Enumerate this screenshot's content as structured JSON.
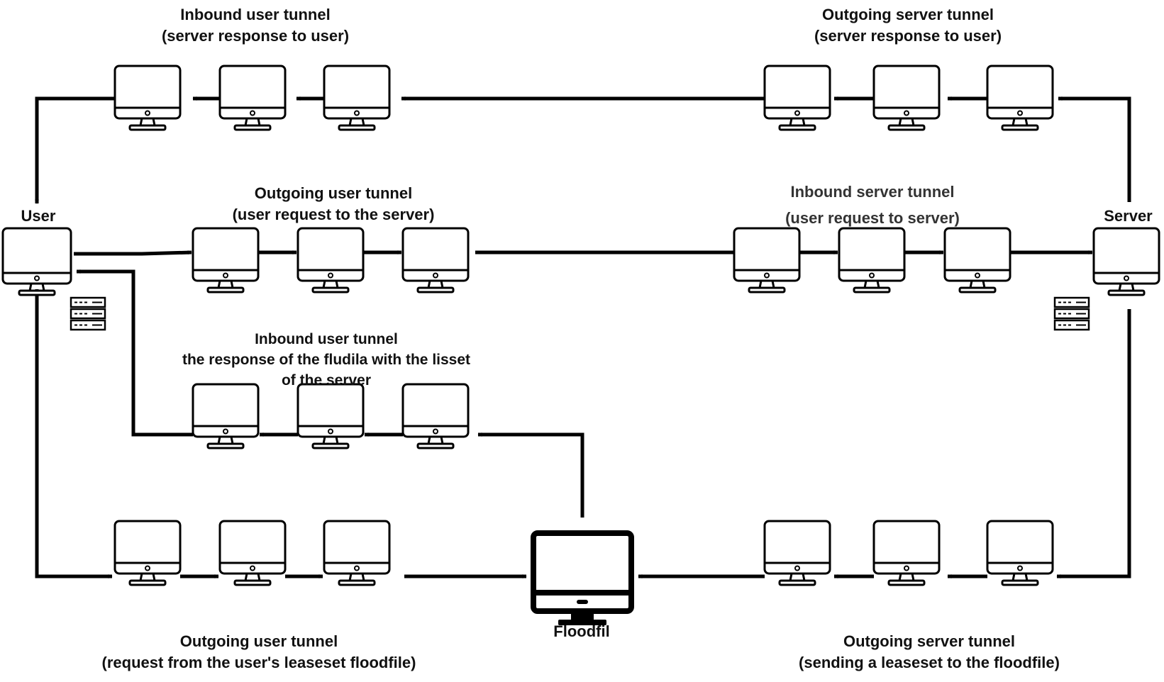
{
  "colors": {
    "stroke": "#000000",
    "background": "#ffffff",
    "text": "#111111"
  },
  "icons": {
    "computer": "computer-monitor-icon",
    "server_rack": "server-rack-icon",
    "floodfill": "floodfill-monitor-icon"
  },
  "labels": {
    "user": "User",
    "server": "Server",
    "floodfil": "Floodfil",
    "inbound_user_top_line1": "Inbound user tunnel",
    "inbound_user_top_line2": "(server response to user)",
    "outgoing_server_top_line1": "Outgoing server tunnel",
    "outgoing_server_top_line2": "(server response to user)",
    "outgoing_user_mid_line1": "Outgoing user tunnel",
    "outgoing_user_mid_line2": "(user request to the server)",
    "inbound_server_mid_line1": "Inbound server tunnel",
    "inbound_server_mid_line2": "(user request to server)",
    "inbound_user_resp_line1": "Inbound user tunnel",
    "inbound_user_resp_line2": "the response of the fludila with the lisset",
    "inbound_user_resp_line3": "of the server",
    "outgoing_user_bottom_line1": "Outgoing user tunnel",
    "outgoing_user_bottom_line2": "(request from the user's leaseset floodfile)",
    "outgoing_server_bottom_line1": "Outgoing server tunnel",
    "outgoing_server_bottom_line2": "(sending a leaseset to the floodfile)"
  }
}
